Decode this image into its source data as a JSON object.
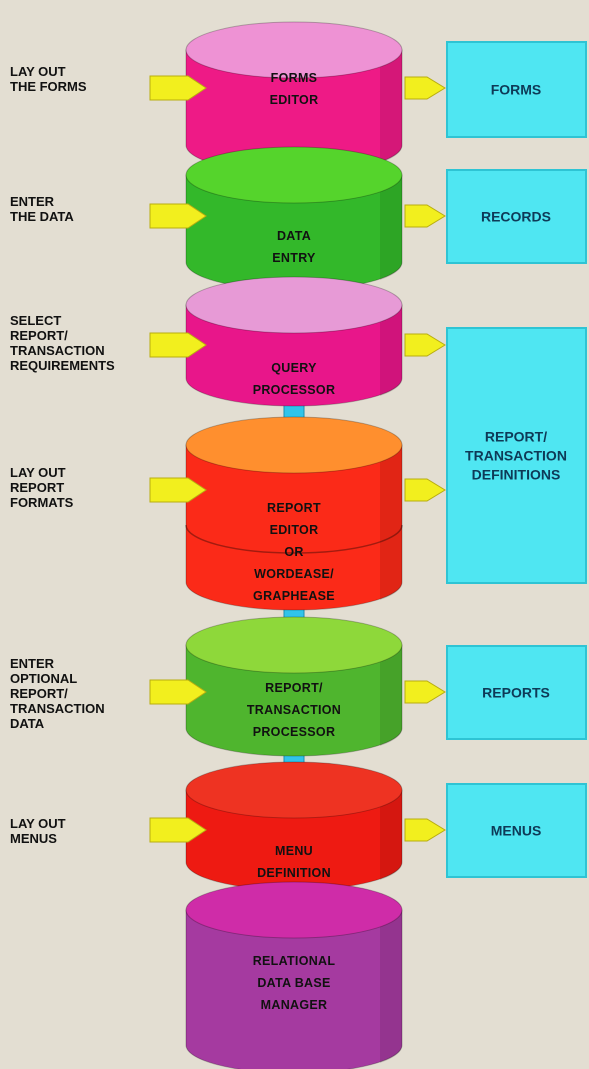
{
  "inputs": [
    {
      "id": "lay-out-forms",
      "text": "LAY OUT\nTHE FORMS"
    },
    {
      "id": "enter-data",
      "text": "ENTER\nTHE DATA"
    },
    {
      "id": "select-report",
      "text": "SELECT\nREPORT/\nTRANSACTION\nREQUIREMENTS"
    },
    {
      "id": "lay-out-report",
      "text": "LAY OUT\nREPORT\nFORMATS"
    },
    {
      "id": "enter-optional",
      "text": "ENTER\nOPTIONAL\nREPORT/\nTRANSACTION\nDATA"
    },
    {
      "id": "lay-out-menus",
      "text": "LAY OUT\nMENUS"
    }
  ],
  "modules": [
    {
      "id": "forms-editor",
      "lines": [
        "FORMS",
        "EDITOR"
      ],
      "top_color": "#ee92d4",
      "side_color": "#ee1a86"
    },
    {
      "id": "data-entry",
      "lines": [
        "DATA",
        "ENTRY"
      ],
      "top_color": "#55d42c",
      "side_color": "#33b82a"
    },
    {
      "id": "query-processor",
      "lines": [
        "QUERY",
        "PROCESSOR"
      ],
      "top_color": "#e79ad6",
      "side_color": "#e8168a"
    },
    {
      "id": "report-editor",
      "lines": [
        "REPORT",
        "EDITOR",
        "OR",
        "WORDEASE/",
        "GRAPHEASE"
      ],
      "top_color": "#ff8f2e",
      "side_color": "#fb2a18"
    },
    {
      "id": "report-transaction-processor",
      "lines": [
        "REPORT/",
        "TRANSACTION",
        "PROCESSOR"
      ],
      "top_color": "#8ed83a",
      "side_color": "#4fb52e"
    },
    {
      "id": "menu-definition",
      "lines": [
        "MENU",
        "DEFINITION"
      ],
      "top_color": "#ee3322",
      "side_color": "#ee1a12"
    },
    {
      "id": "relational-data-base-manager",
      "lines": [
        "RELATIONAL",
        "DATA BASE",
        "MANAGER"
      ],
      "top_color": "#cf2ca8",
      "side_color": "#a53aa0"
    }
  ],
  "outputs": [
    {
      "id": "forms",
      "lines": [
        "FORMS"
      ]
    },
    {
      "id": "records",
      "lines": [
        "RECORDS"
      ]
    },
    {
      "id": "report-transaction-definitions",
      "lines": [
        "REPORT/",
        "TRANSACTION",
        "DEFINITIONS"
      ]
    },
    {
      "id": "reports",
      "lines": [
        "REPORTS"
      ]
    },
    {
      "id": "menus",
      "lines": [
        "MENUS"
      ]
    }
  ],
  "colors": {
    "background": "#e3ded2",
    "arrow": "#f2ef1e",
    "output_box": "#4fe6f2",
    "output_box_edge": "#2ec4d4",
    "connector": "#30c4ea"
  }
}
